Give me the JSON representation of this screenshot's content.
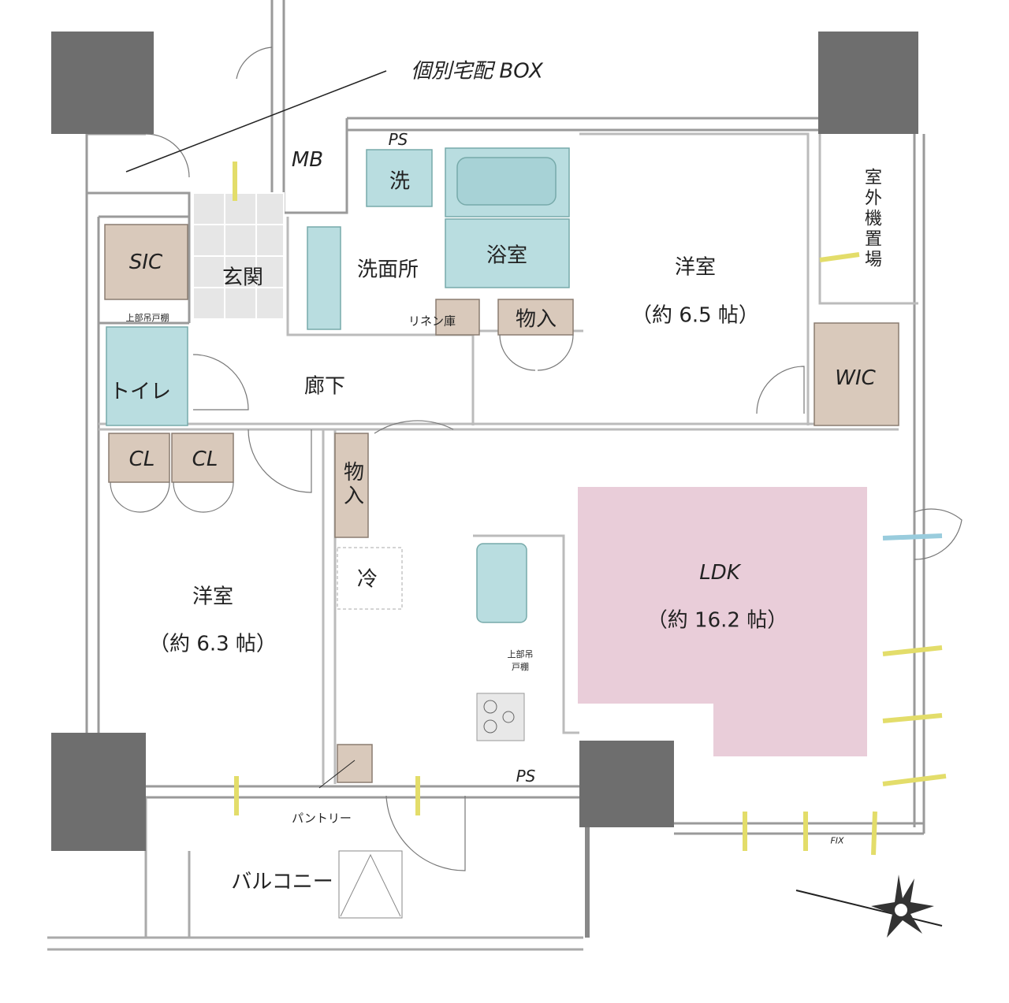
{
  "labels": {
    "delivery_box": "個別宅配 BOX",
    "mb": "MB",
    "ps_top": "PS",
    "laundry": "洗",
    "bathroom": "浴室",
    "washroom": "洗面所",
    "linen": "リネン庫",
    "storage_top": "物入",
    "western_room_1": "洋室",
    "western_room_1_size": "（約 6.5 帖）",
    "outdoor_unit": "室外機置場",
    "wic": "WIC",
    "sic": "SIC",
    "entrance": "玄関",
    "upper_cabinet_toilet": "上部吊戸棚",
    "toilet": "トイレ",
    "hallway": "廊下",
    "cl_1": "CL",
    "cl_2": "CL",
    "storage_mid": "物入",
    "fridge": "冷",
    "western_room_2": "洋室",
    "western_room_2_size": "（約 6.3 帖）",
    "ldk": "LDK",
    "ldk_size": "（約 16.2 帖）",
    "upper_cabinet_kitchen": "上部吊戸棚",
    "ps_bottom": "PS",
    "pantry": "パントリー",
    "balcony": "バルコニー",
    "fix": "FIX"
  },
  "colors": {
    "column": "#6e6e6e",
    "wall": "#9a9a9a",
    "storage": "#d9c9bb",
    "wet": "#b9dde0",
    "ldk": "#e9cdd9",
    "window_mark": "#e3dd6a"
  }
}
